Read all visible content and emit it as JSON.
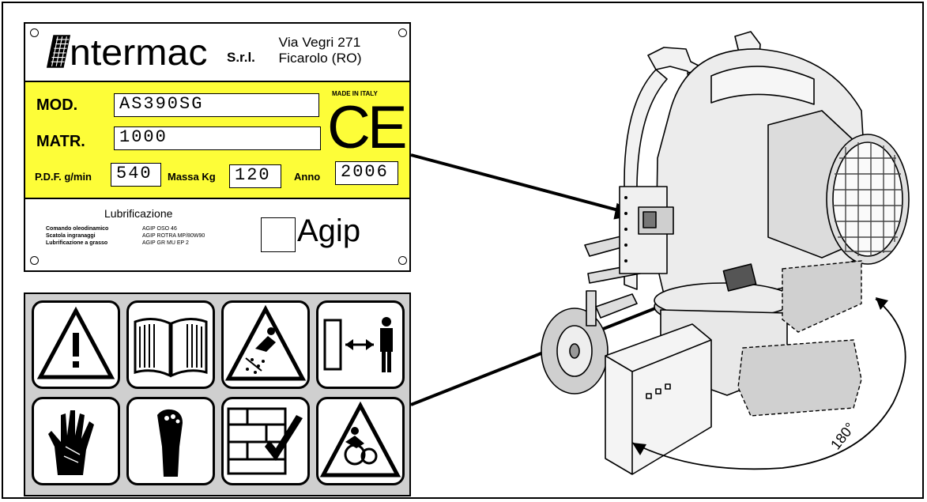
{
  "nameplate": {
    "brand": "ntermac",
    "company_type": "S.r.l.",
    "address_line1": "Via Vegri 271",
    "address_line2": "Ficarolo (RO)",
    "made_in": "MADE IN ITALY",
    "ce_mark": "CE",
    "model_label": "MOD.",
    "model_value": "AS390SG",
    "serial_label": "MATR.",
    "serial_value": "1000",
    "pdf_label": "P.D.F. g/min",
    "pdf_value": "540",
    "mass_label": "Massa Kg",
    "mass_value": "120",
    "year_label": "Anno",
    "year_value": "2006",
    "lubrication_title": "Lubrificazione",
    "lubrication_rows": [
      {
        "part": "Comando oleodinamico",
        "oil": "AGIP OSO 46"
      },
      {
        "part": "Scatola ingranaggi",
        "oil": "AGIP ROTRA MP/80W90"
      },
      {
        "part": "Lubrificazione a grasso",
        "oil": "AGIP GR MU EP 2"
      }
    ],
    "oil_brand": "Agip"
  },
  "safety_signs": [
    {
      "icon": "general-warning-icon"
    },
    {
      "icon": "read-manual-icon"
    },
    {
      "icon": "projectile-hazard-icon"
    },
    {
      "icon": "safe-distance-icon"
    },
    {
      "icon": "hand-crush-icon"
    },
    {
      "icon": "foot-injury-icon"
    },
    {
      "icon": "maintenance-stop-icon"
    },
    {
      "icon": "entanglement-hazard-icon"
    }
  ],
  "machine": {
    "rotation_label": "180°"
  }
}
